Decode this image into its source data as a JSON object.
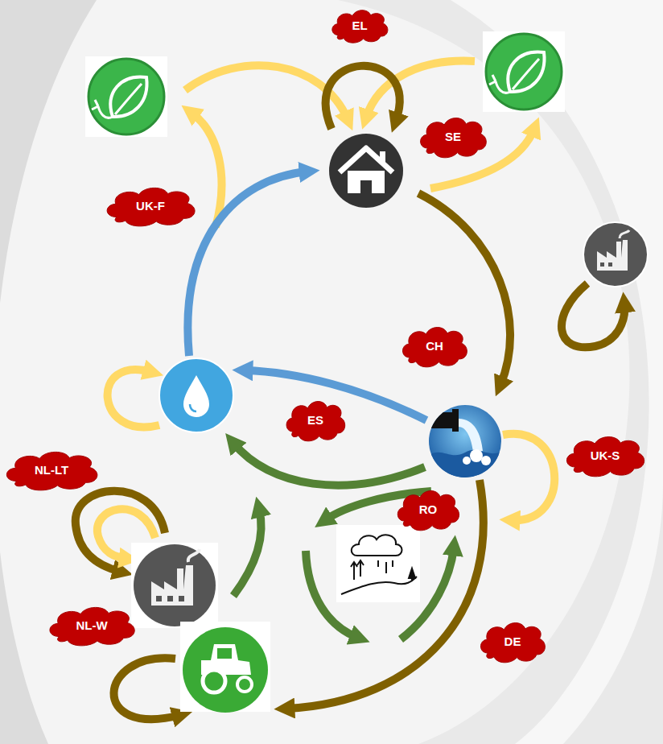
{
  "diagram": {
    "nodes": [
      {
        "text": [
          "EL"
        ]
      },
      {
        "text": [
          "SE"
        ]
      },
      {
        "text": [
          "UK-F"
        ]
      },
      {
        "text": [
          "CH"
        ]
      },
      {
        "text": [
          "ES"
        ]
      },
      {
        "text": [
          "UK-S"
        ]
      },
      {
        "text": [
          "NL-LT"
        ]
      },
      {
        "text": [
          "RO"
        ]
      },
      {
        "text": [
          "NL-W"
        ]
      },
      {
        "text": [
          "DE"
        ]
      }
    ]
  }
}
